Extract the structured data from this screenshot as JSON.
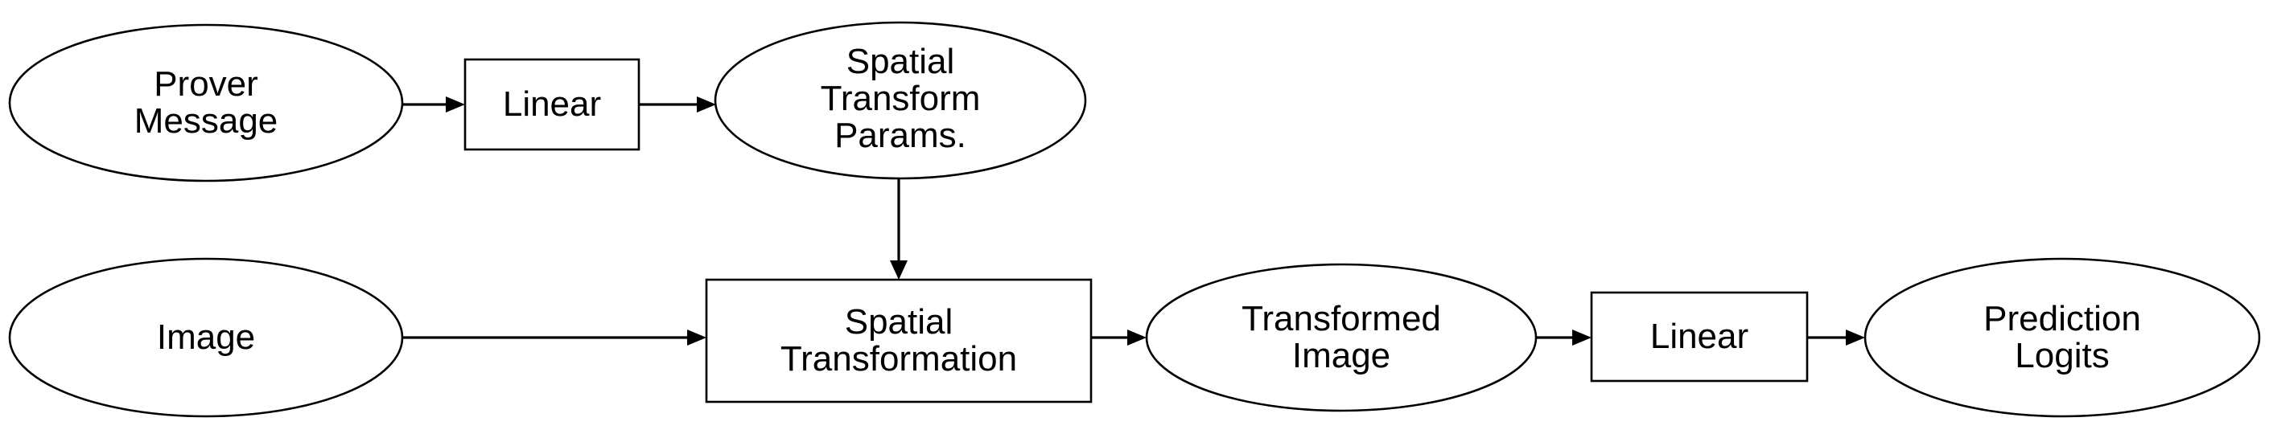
{
  "diagram": {
    "type": "flowchart",
    "orientation": "left-to-right, two rows",
    "background_color": "#ffffff",
    "stroke_color": "#000000",
    "text_color": "#000000",
    "nodes": [
      {
        "id": "prover-message",
        "shape": "ellipse",
        "label": "Prover Message",
        "lines": [
          "Prover",
          "Message"
        ],
        "row": "top"
      },
      {
        "id": "linear-top",
        "shape": "rectangle",
        "label": "Linear",
        "lines": [
          "Linear"
        ],
        "row": "top"
      },
      {
        "id": "spatial-transform-params",
        "shape": "ellipse",
        "label": "Spatial Transform Params.",
        "lines": [
          "Spatial",
          "Transform",
          "Params."
        ],
        "row": "top"
      },
      {
        "id": "image",
        "shape": "ellipse",
        "label": "Image",
        "lines": [
          "Image"
        ],
        "row": "bottom"
      },
      {
        "id": "spatial-transformation",
        "shape": "rectangle",
        "label": "Spatial Transformation",
        "lines": [
          "Spatial",
          "Transformation"
        ],
        "row": "bottom"
      },
      {
        "id": "transformed-image",
        "shape": "ellipse",
        "label": "Transformed Image",
        "lines": [
          "Transformed",
          "Image"
        ],
        "row": "bottom"
      },
      {
        "id": "linear-bottom",
        "shape": "rectangle",
        "label": "Linear",
        "lines": [
          "Linear"
        ],
        "row": "bottom"
      },
      {
        "id": "prediction-logits",
        "shape": "ellipse",
        "label": "Prediction Logits",
        "lines": [
          "Prediction",
          "Logits"
        ],
        "row": "bottom"
      }
    ],
    "edges": [
      {
        "id": "e1",
        "from": "prover-message",
        "to": "linear-top",
        "direction": "right",
        "label": ""
      },
      {
        "id": "e2",
        "from": "linear-top",
        "to": "spatial-transform-params",
        "direction": "right",
        "label": ""
      },
      {
        "id": "e3",
        "from": "spatial-transform-params",
        "to": "spatial-transformation",
        "direction": "down",
        "label": ""
      },
      {
        "id": "e4",
        "from": "image",
        "to": "spatial-transformation",
        "direction": "right",
        "label": ""
      },
      {
        "id": "e5",
        "from": "spatial-transformation",
        "to": "transformed-image",
        "direction": "right",
        "label": ""
      },
      {
        "id": "e6",
        "from": "transformed-image",
        "to": "linear-bottom",
        "direction": "right",
        "label": ""
      },
      {
        "id": "e7",
        "from": "linear-bottom",
        "to": "prediction-logits",
        "direction": "right",
        "label": ""
      }
    ]
  },
  "labels": {
    "prover_message_l1": "Prover",
    "prover_message_l2": "Message",
    "linear_top": "Linear",
    "stp_l1": "Spatial",
    "stp_l2": "Transform",
    "stp_l3": "Params.",
    "image": "Image",
    "st_l1": "Spatial",
    "st_l2": "Transformation",
    "ti_l1": "Transformed",
    "ti_l2": "Image",
    "linear_bottom": "Linear",
    "pl_l1": "Prediction",
    "pl_l2": "Logits"
  }
}
